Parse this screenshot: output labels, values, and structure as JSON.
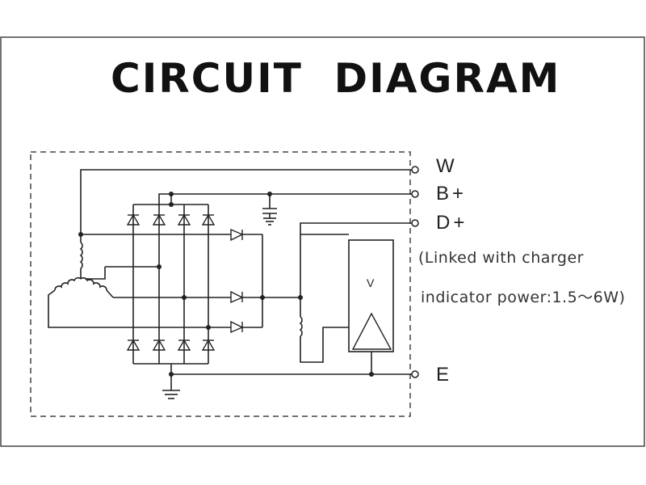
{
  "title": "CIRCUIT  DIAGRAM",
  "terminals": {
    "w": "W",
    "b_plus": "B+",
    "d_plus": "D+",
    "e": "E"
  },
  "note": {
    "line1": "(Linked with charger",
    "line2": "indicator power:1.5～6W)"
  },
  "regulator": {
    "label": "V"
  },
  "colors": {
    "line": "#222222",
    "background": "#ffffff"
  }
}
